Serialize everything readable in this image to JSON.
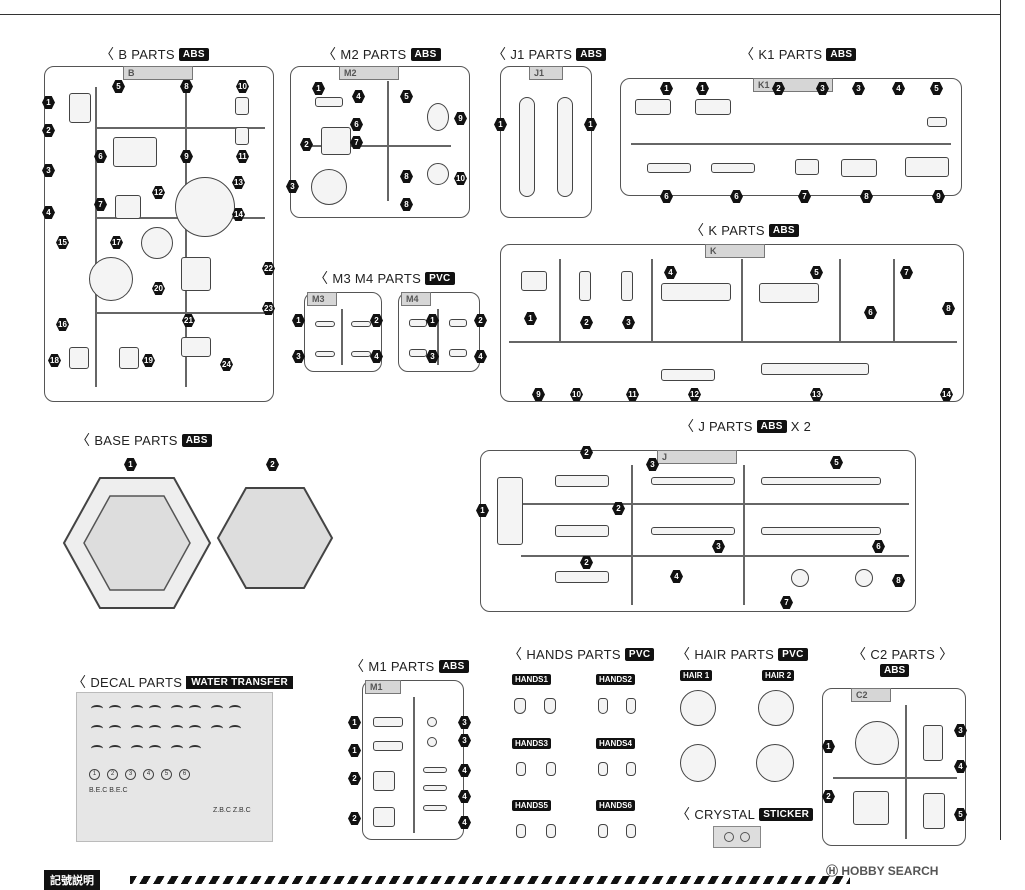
{
  "sections": {
    "b_parts": {
      "title": "B PARTS",
      "tag": "ABS",
      "sprue_label": "B"
    },
    "m2_parts": {
      "title": "M2 PARTS",
      "tag": "ABS",
      "sprue_label": "M2"
    },
    "j1_parts": {
      "title": "J1 PARTS",
      "tag": "ABS",
      "sprue_label": "J1"
    },
    "k1_parts": {
      "title": "K1 PARTS",
      "tag": "ABS",
      "sprue_label": "K1"
    },
    "k_parts": {
      "title": "K PARTS",
      "tag": "ABS",
      "sprue_label": "K"
    },
    "m3m4_parts": {
      "title": "M3 M4 PARTS",
      "tag": "PVC",
      "sprue_label_m3": "M3",
      "sprue_label_m4": "M4"
    },
    "base_parts": {
      "title": "BASE PARTS",
      "tag": "ABS"
    },
    "j_parts": {
      "title": "J PARTS",
      "tag": "ABS",
      "qty": "X 2",
      "sprue_label": "J"
    },
    "decal_parts": {
      "title": "DECAL PARTS",
      "tag": "WATER TRANSFER"
    },
    "m1_parts": {
      "title": "M1 PARTS",
      "tag": "ABS",
      "sprue_label": "M1"
    },
    "hands_parts": {
      "title": "HANDS PARTS",
      "tag": "PVC",
      "labels": [
        "HANDS1",
        "HANDS2",
        "HANDS3",
        "HANDS4",
        "HANDS5",
        "HANDS6"
      ]
    },
    "hair_parts": {
      "title": "HAIR PARTS",
      "tag": "PVC",
      "labels": [
        "HAIR 1",
        "HAIR 2"
      ]
    },
    "c2_parts": {
      "title": "C2 PARTS",
      "tag": "ABS",
      "sprue_label": "C2"
    },
    "crystal": {
      "title": "CRYSTAL",
      "tag": "STICKER"
    }
  },
  "footer": {
    "label": "記號説明"
  },
  "watermark": "HOBBY SEARCH",
  "decal_text": {
    "codes": "B.E.C  B.E.C",
    "numbers1": "Z.B.C  Z.B.C"
  },
  "numbers": [
    "1",
    "2",
    "3",
    "4",
    "5",
    "6",
    "7",
    "8",
    "9",
    "10",
    "11",
    "12",
    "13",
    "14",
    "15",
    "16",
    "17",
    "18",
    "19",
    "20",
    "21",
    "22",
    "23",
    "24"
  ]
}
